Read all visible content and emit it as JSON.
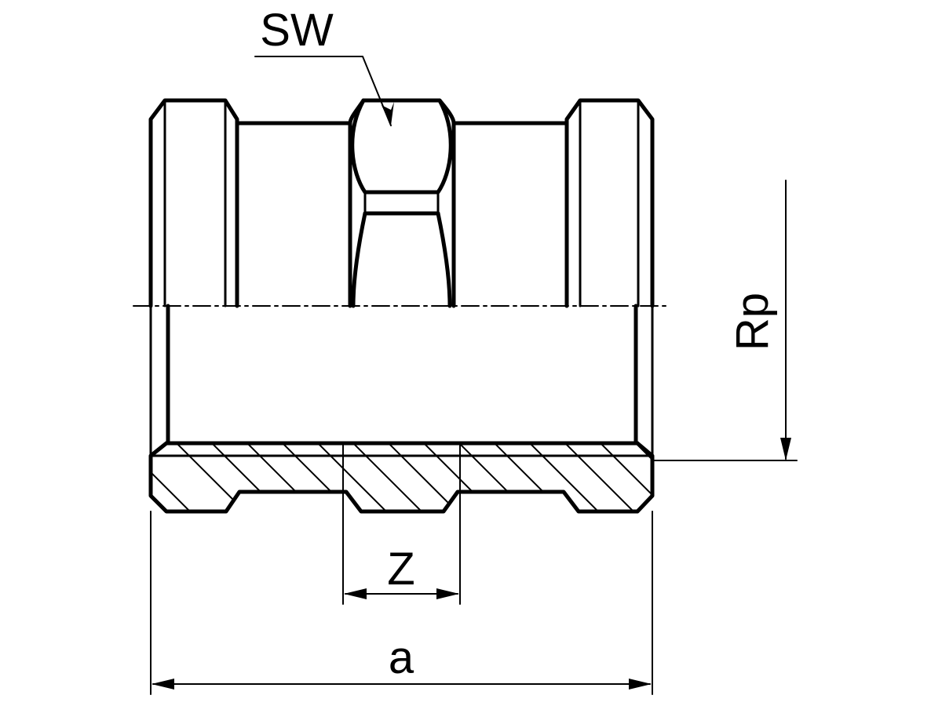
{
  "labels": {
    "sw": "SW",
    "rp": "Rp",
    "z": "Z",
    "a": "a"
  },
  "colors": {
    "line": "#000000",
    "background": "#ffffff"
  }
}
